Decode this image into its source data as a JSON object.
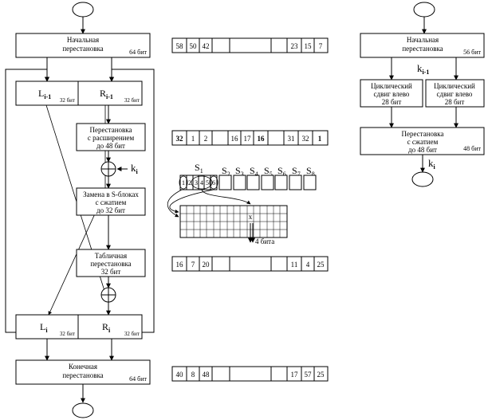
{
  "left": {
    "initial_perm": {
      "line1": "Начальная",
      "line2": "перестановка",
      "bits": "64 бит"
    },
    "l_prev": {
      "letter": "L",
      "sub": "i-1",
      "bits": "32 бит"
    },
    "r_prev": {
      "letter": "R",
      "sub": "i-1",
      "bits": "32 бит"
    },
    "expansion": {
      "line1": "Перестановка",
      "line2": "с расширением",
      "line3": "до 48 бит"
    },
    "sbox_sub": {
      "line1": "Замена в S-блоках",
      "line2": "с сжатием",
      "line3": "до 32 бит"
    },
    "table_perm": {
      "line1": "Табличная",
      "line2": "перестановка",
      "line3": "32 бит"
    },
    "l_next": {
      "letter": "L",
      "sub": "i",
      "bits": "32 бит"
    },
    "r_next": {
      "letter": "R",
      "sub": "i",
      "bits": "32 бит"
    },
    "final_perm": {
      "line1": "Конечная",
      "line2": "перестановка",
      "bits": "64 бит"
    },
    "key_label": {
      "letter": "k",
      "sub": "i"
    }
  },
  "middle": {
    "row_ip": {
      "before": [
        "58",
        "50",
        "42"
      ],
      "after": [
        "23",
        "15",
        "7"
      ]
    },
    "row_e": {
      "before": [
        "32",
        "1",
        "2"
      ],
      "center": [
        "16",
        "17",
        "16"
      ],
      "after": [
        "31",
        "32",
        "1"
      ]
    },
    "row_p": {
      "before": [
        "16",
        "7",
        "20"
      ],
      "after": [
        "11",
        "4",
        "25"
      ]
    },
    "row_fp": {
      "before": [
        "40",
        "8",
        "48"
      ],
      "after": [
        "17",
        "57",
        "25"
      ]
    },
    "sboxes": [
      {
        "letter": "S",
        "sub": "1"
      },
      {
        "letter": "S",
        "sub": "2"
      },
      {
        "letter": "S",
        "sub": "3"
      },
      {
        "letter": "S",
        "sub": "4"
      },
      {
        "letter": "S",
        "sub": "5"
      },
      {
        "letter": "S",
        "sub": "6"
      },
      {
        "letter": "S",
        "sub": "7"
      },
      {
        "letter": "S",
        "sub": "8"
      }
    ],
    "s1_bits": [
      "1",
      "2",
      "3",
      "4",
      "5",
      "6"
    ],
    "table_mark": "x",
    "out_label": "4 бита"
  },
  "right": {
    "initial_perm": {
      "line1": "Начальная",
      "line2": "перестановка",
      "bits": "56 бит"
    },
    "key_prev": {
      "letter": "k",
      "sub": "i-1"
    },
    "shift_left_a": {
      "line1": "Циклический",
      "line2": "сдвиг влево",
      "line3": "28 бит"
    },
    "shift_left_b": {
      "line1": "Циклический",
      "line2": "сдвиг влево",
      "line3": "28 бит"
    },
    "compress_perm": {
      "line1": "Перестановка",
      "line2": "с сжатием",
      "line3": "до 48 бит",
      "bits": "48 бит"
    },
    "key_out": {
      "letter": "k",
      "sub": "i"
    }
  }
}
